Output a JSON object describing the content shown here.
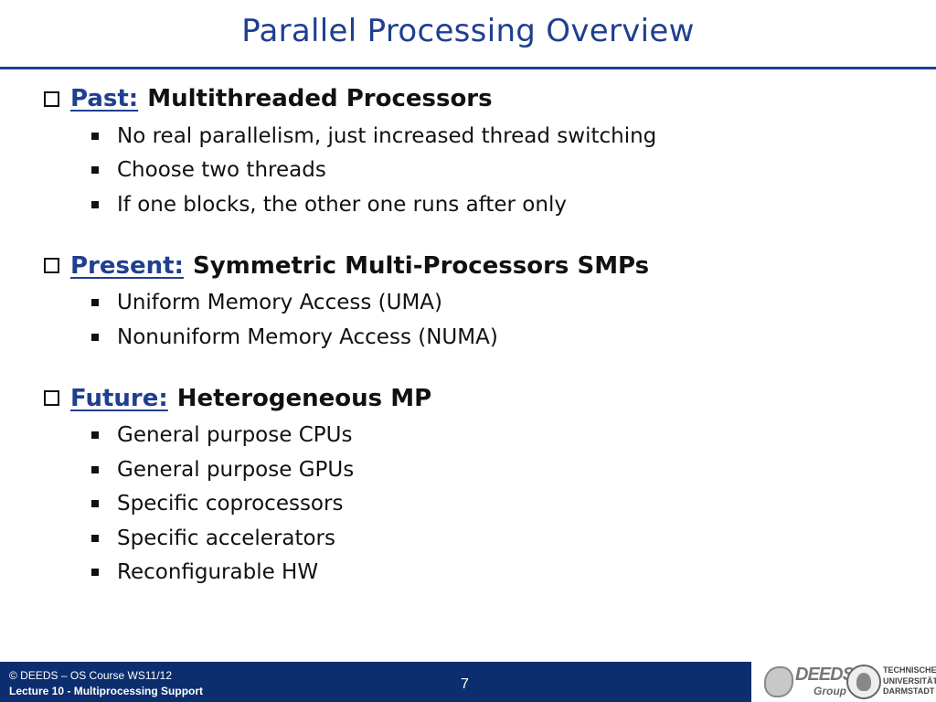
{
  "slide": {
    "title": "Parallel Processing Overview",
    "sections": [
      {
        "lead": "Past:",
        "rest": "Multithreaded Processors",
        "items": [
          "No real parallelism, just increased thread switching",
          "Choose two threads",
          "If one blocks, the other one runs after only"
        ]
      },
      {
        "lead": "Present:",
        "rest": "Symmetric Multi-Processors SMPs",
        "items": [
          "Uniform Memory Access (UMA)",
          "Nonuniform Memory Access (NUMA)"
        ]
      },
      {
        "lead": "Future:",
        "rest": "Heterogeneous MP",
        "items": [
          "General purpose CPUs",
          "General purpose GPUs",
          "Specific coprocessors",
          "Specific accelerators",
          "Reconfigurable HW"
        ]
      }
    ]
  },
  "footer": {
    "copyright": "© DEEDS – OS Course WS11/12",
    "lecture": "Lecture 10 - Multiprocessing Support",
    "page_number": "7",
    "logo_deeds": "DEEDS",
    "logo_deeds_sub": "Group",
    "logo_tu_line1": "TECHNISCHE",
    "logo_tu_line2": "UNIVERSITÄT",
    "logo_tu_line3": "DARMSTADT"
  },
  "colors": {
    "title": "#1f3f8f",
    "footer_bg": "#0c2e6e",
    "text": "#111111"
  },
  "icons": {
    "heading_marker": "checkbox-square-icon",
    "item_marker": "square-bullet-icon"
  }
}
